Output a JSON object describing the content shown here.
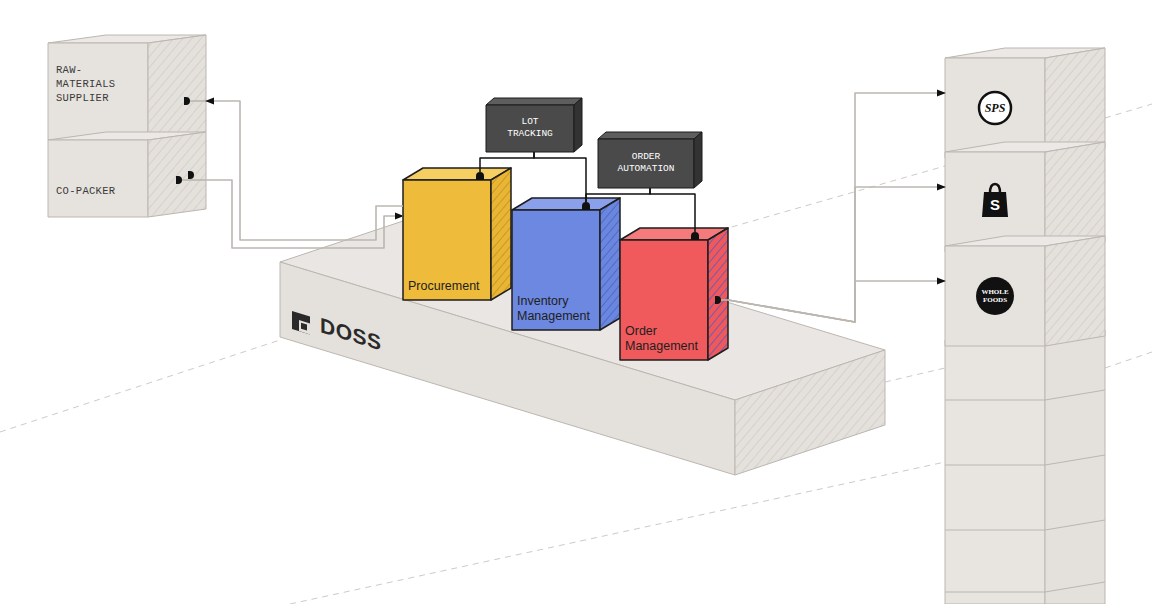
{
  "diagram": {
    "nodes": [
      {
        "text": [
          "RAW-MATERIALS SUPPLIER"
        ]
      },
      {
        "text": [
          "CO-PACKER"
        ]
      },
      {
        "text": [
          "LOT TRACKING"
        ]
      },
      {
        "text": [
          "ORDER AUTOMATION"
        ]
      },
      {
        "text": [
          "DOSS"
        ]
      },
      {
        "text": [
          "Procurement"
        ],
        "in": 4
      },
      {
        "text": [
          "Inventory Management"
        ],
        "in": 4
      },
      {
        "text": [
          "Order Management"
        ],
        "in": 4
      },
      {
        "text": [
          "SPS"
        ]
      },
      {
        "text": [
          "S"
        ]
      },
      {
        "text": [
          "WHOLE FOODS"
        ]
      }
    ],
    "edges": [
      {
        "from": 1,
        "to": 5,
        "arrow": "to"
      },
      {
        "from": 5,
        "to": 0,
        "arrow": "to"
      },
      {
        "from": 2,
        "to": 5,
        "arrow": "none"
      },
      {
        "from": 2,
        "to": 6,
        "arrow": "none"
      },
      {
        "from": 3,
        "to": 6,
        "arrow": "none"
      },
      {
        "from": 3,
        "to": 7,
        "arrow": "none"
      },
      {
        "from": 7,
        "to": 8,
        "arrow": "to"
      },
      {
        "from": 7,
        "to": 9,
        "arrow": "to"
      },
      {
        "from": 7,
        "to": 10,
        "arrow": "to"
      }
    ]
  }
}
